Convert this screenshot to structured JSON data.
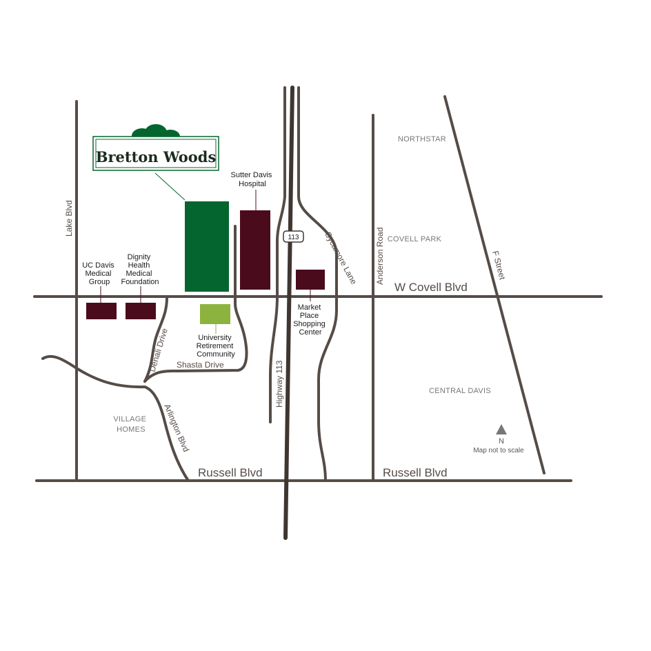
{
  "brand": {
    "name": "Bretton Woods",
    "color": "#05652f",
    "tree_icon": "oak-trees-icon"
  },
  "streets": {
    "lake": "Lake Blvd",
    "covell": "W Covell Blvd",
    "russell_west": "Russell Blvd",
    "russell_east": "Russell Blvd",
    "highway": "Highway 113",
    "highway_shield": "113",
    "sycamore": "Sycamore Lane",
    "anderson": "Anderson Road",
    "f_street": "F Street",
    "denali": "Denali Drive",
    "shasta": "Shasta Drive",
    "arlington": "Arlington Blvd"
  },
  "places": {
    "sutter": [
      "Sutter Davis",
      "Hospital"
    ],
    "ucdavis": [
      "UC Davis",
      "Medical",
      "Group"
    ],
    "dignity": [
      "Dignity",
      "Health",
      "Medical",
      "Foundation"
    ],
    "market": [
      "Market",
      "Place",
      "Shopping",
      "Center"
    ],
    "university": [
      "University",
      "Retirement",
      "Community"
    ]
  },
  "areas": {
    "northstar": "NORTHSTAR",
    "covell_park": "COVELL PARK",
    "central_davis": "CENTRAL DAVIS",
    "village_homes": [
      "VILLAGE",
      "HOMES"
    ]
  },
  "legend": {
    "north": "N",
    "note": "Map not to scale"
  },
  "colors": {
    "road": "#554c47",
    "building": "#4a0b1d",
    "bretton_woods": "#05652f",
    "retirement": "#8db33f"
  }
}
